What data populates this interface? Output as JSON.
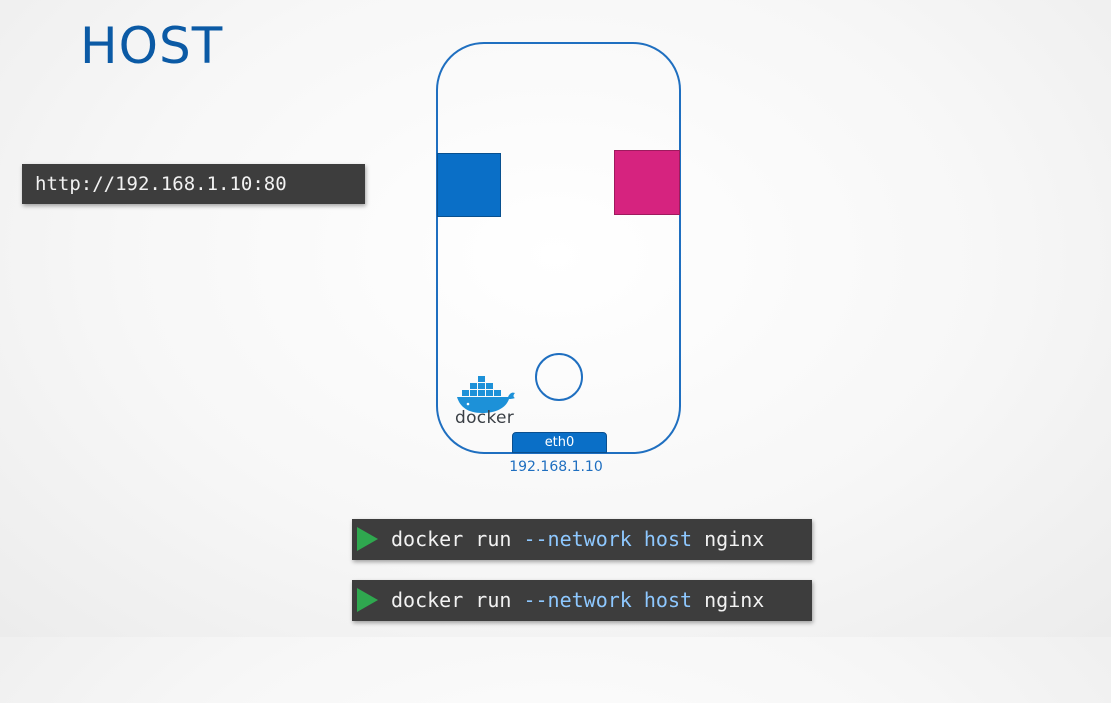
{
  "title": "HOST",
  "url_box": {
    "text": "http://192.168.1.10:80"
  },
  "host": {
    "logo_text": "docker",
    "interface": {
      "name": "eth0",
      "ip": "192.168.1.10"
    }
  },
  "commands": [
    {
      "cmd": "docker run",
      "flag": "--network",
      "value": "host",
      "image": "nginx"
    },
    {
      "cmd": "docker run",
      "flag": "--network",
      "value": "host",
      "image": "nginx"
    }
  ],
  "colors": {
    "title": "#0b5aa5",
    "host_border": "#1f6fc0",
    "container_blue": "#0a6fc7",
    "container_pink": "#d6237f",
    "terminal_bg": "#3d3d3d",
    "run_arrow": "#2fa84f",
    "flag_text": "#8ec8ff"
  },
  "icons": {
    "logo": "docker-whale-icon",
    "run": "play-icon"
  }
}
